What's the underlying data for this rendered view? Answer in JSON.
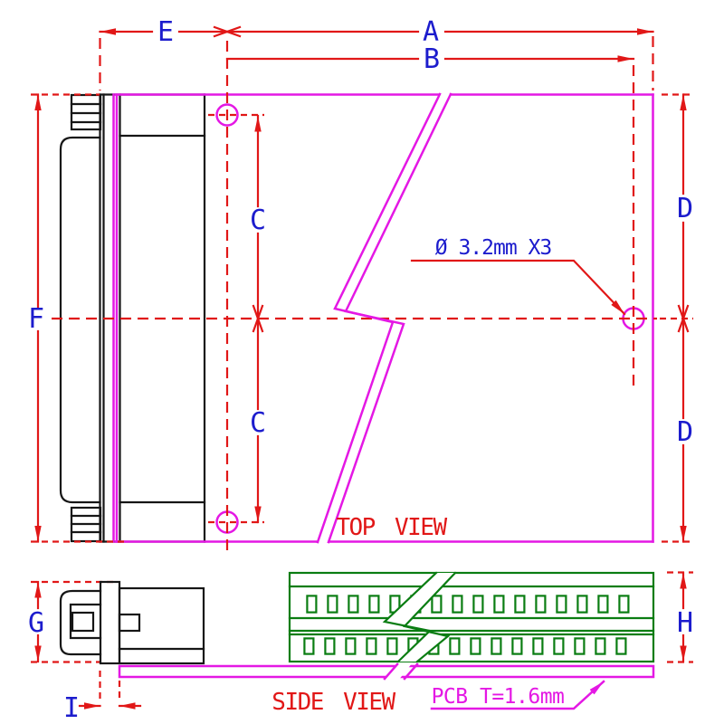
{
  "colors": {
    "dimension_red": "#e11717",
    "label_blue": "#1c1ccd",
    "board_magenta": "#e418e4",
    "terminal_green": "#0a7d12",
    "part_black": "#161616",
    "background": "#ffffff"
  },
  "views": {
    "top": {
      "label": "TOP VIEW"
    },
    "side": {
      "label": "SIDE VIEW"
    }
  },
  "dimensions": {
    "A": "A",
    "B": "B",
    "C": "C",
    "D": "D",
    "E": "E",
    "F": "F",
    "G": "G",
    "H": "H",
    "I": "I"
  },
  "notes": {
    "mounting_holes": "Ø 3.2mm  X3",
    "pcb_thickness": "PCB T=1.6mm"
  }
}
